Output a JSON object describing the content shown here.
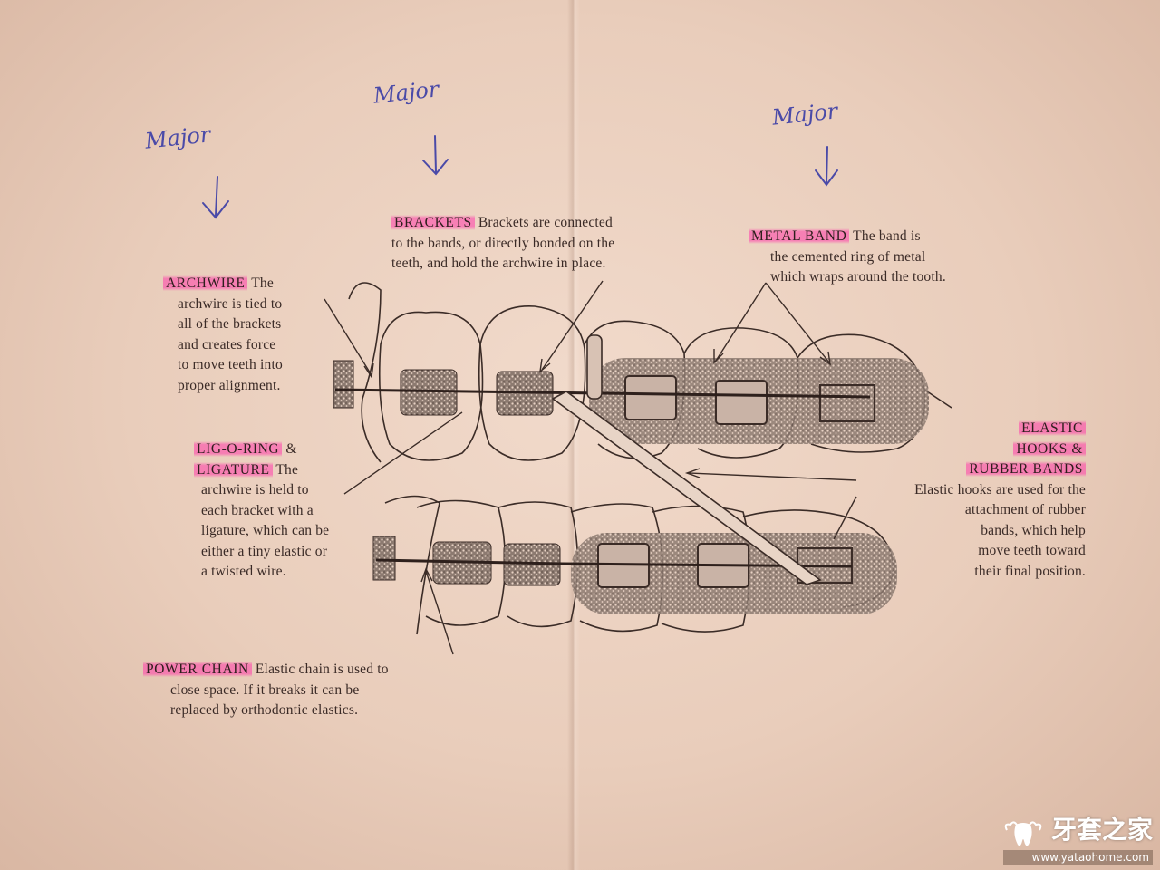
{
  "handwritten_notes": [
    "Major",
    "Major",
    "Major"
  ],
  "labels": {
    "brackets": {
      "term": "BRACKETS",
      "lines": [
        "Brackets are connected",
        "to the bands, or directly bonded on the",
        "teeth, and hold the archwire in place."
      ]
    },
    "metal_band": {
      "term": "METAL BAND",
      "lines": [
        "The band is",
        "the cemented ring of metal",
        "which wraps around the tooth."
      ]
    },
    "archwire": {
      "term": "ARCHWIRE",
      "lines": [
        "The",
        "archwire is tied to",
        "all of the brackets",
        "and creates force",
        "to move teeth into",
        "proper alignment."
      ]
    },
    "lig_o_ring": {
      "term_line1": "LIG-O-RING",
      "amp": "&",
      "term_line2": "LIGATURE",
      "lines": [
        "The",
        "archwire is held to",
        "each bracket with a",
        "ligature, which can be",
        "either a tiny elastic or",
        "a twisted wire."
      ]
    },
    "elastic_hooks": {
      "term_line1": "ELASTIC",
      "term_line2": "HOOKS &",
      "term_line3": "RUBBER BANDS",
      "lines": [
        "Elastic hooks are used for the",
        "attachment of rubber",
        "bands, which help",
        "move teeth toward",
        "their final position."
      ]
    },
    "power_chain": {
      "term": "POWER CHAIN",
      "lines": [
        "Elastic chain is used to",
        "close space. If it breaks it can be",
        "replaced by orthodontic elastics."
      ]
    }
  },
  "watermark": {
    "brand": "牙套之家",
    "url": "www.yataohome.com"
  },
  "colors": {
    "paper": "#efd6c6",
    "highlighter": "#ff3caa",
    "pen": "#4a4aa8",
    "ink": "#3a2a26"
  }
}
